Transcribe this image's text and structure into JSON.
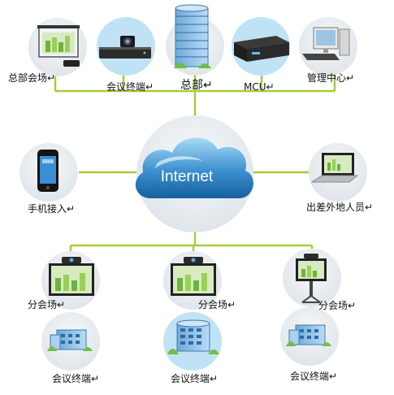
{
  "colors": {
    "line": "#a6cc3c",
    "cloud_dark": "#1b6fb5",
    "cloud_light": "#9fd3f2",
    "circle_fill": "#e9eef2",
    "monitor_blue": "#1f63a8"
  },
  "center": {
    "label": "Internet",
    "icon": "cloud-icon"
  },
  "top_row": [
    {
      "label": "总部会场↵",
      "icon": "projector-screen-icon"
    },
    {
      "label": "会议终端↵",
      "icon": "video-conference-terminal-icon"
    },
    {
      "label": "总部↵",
      "icon": "office-building-icon"
    },
    {
      "label": "MCU↵",
      "icon": "mcu-device-icon"
    },
    {
      "label": "管理中心↵",
      "icon": "desktop-computer-icon"
    }
  ],
  "middle_row": [
    {
      "label": "手机接入↵",
      "icon": "smartphone-icon"
    },
    {
      "label": "出差外地人员↵",
      "icon": "laptop-icon"
    }
  ],
  "branch_row": [
    {
      "label": "分会场↵",
      "icon": "video-conference-tv-icon"
    },
    {
      "label": "分会场↵",
      "icon": "video-conference-tv-icon"
    },
    {
      "label": "分会场↵",
      "icon": "video-conference-stand-icon"
    }
  ],
  "terminal_row": [
    {
      "label": "会议终端↵",
      "icon": "building-icon"
    },
    {
      "label": "会议终端↵",
      "icon": "building-icon"
    },
    {
      "label": "会议终端↵",
      "icon": "building-icon"
    }
  ]
}
